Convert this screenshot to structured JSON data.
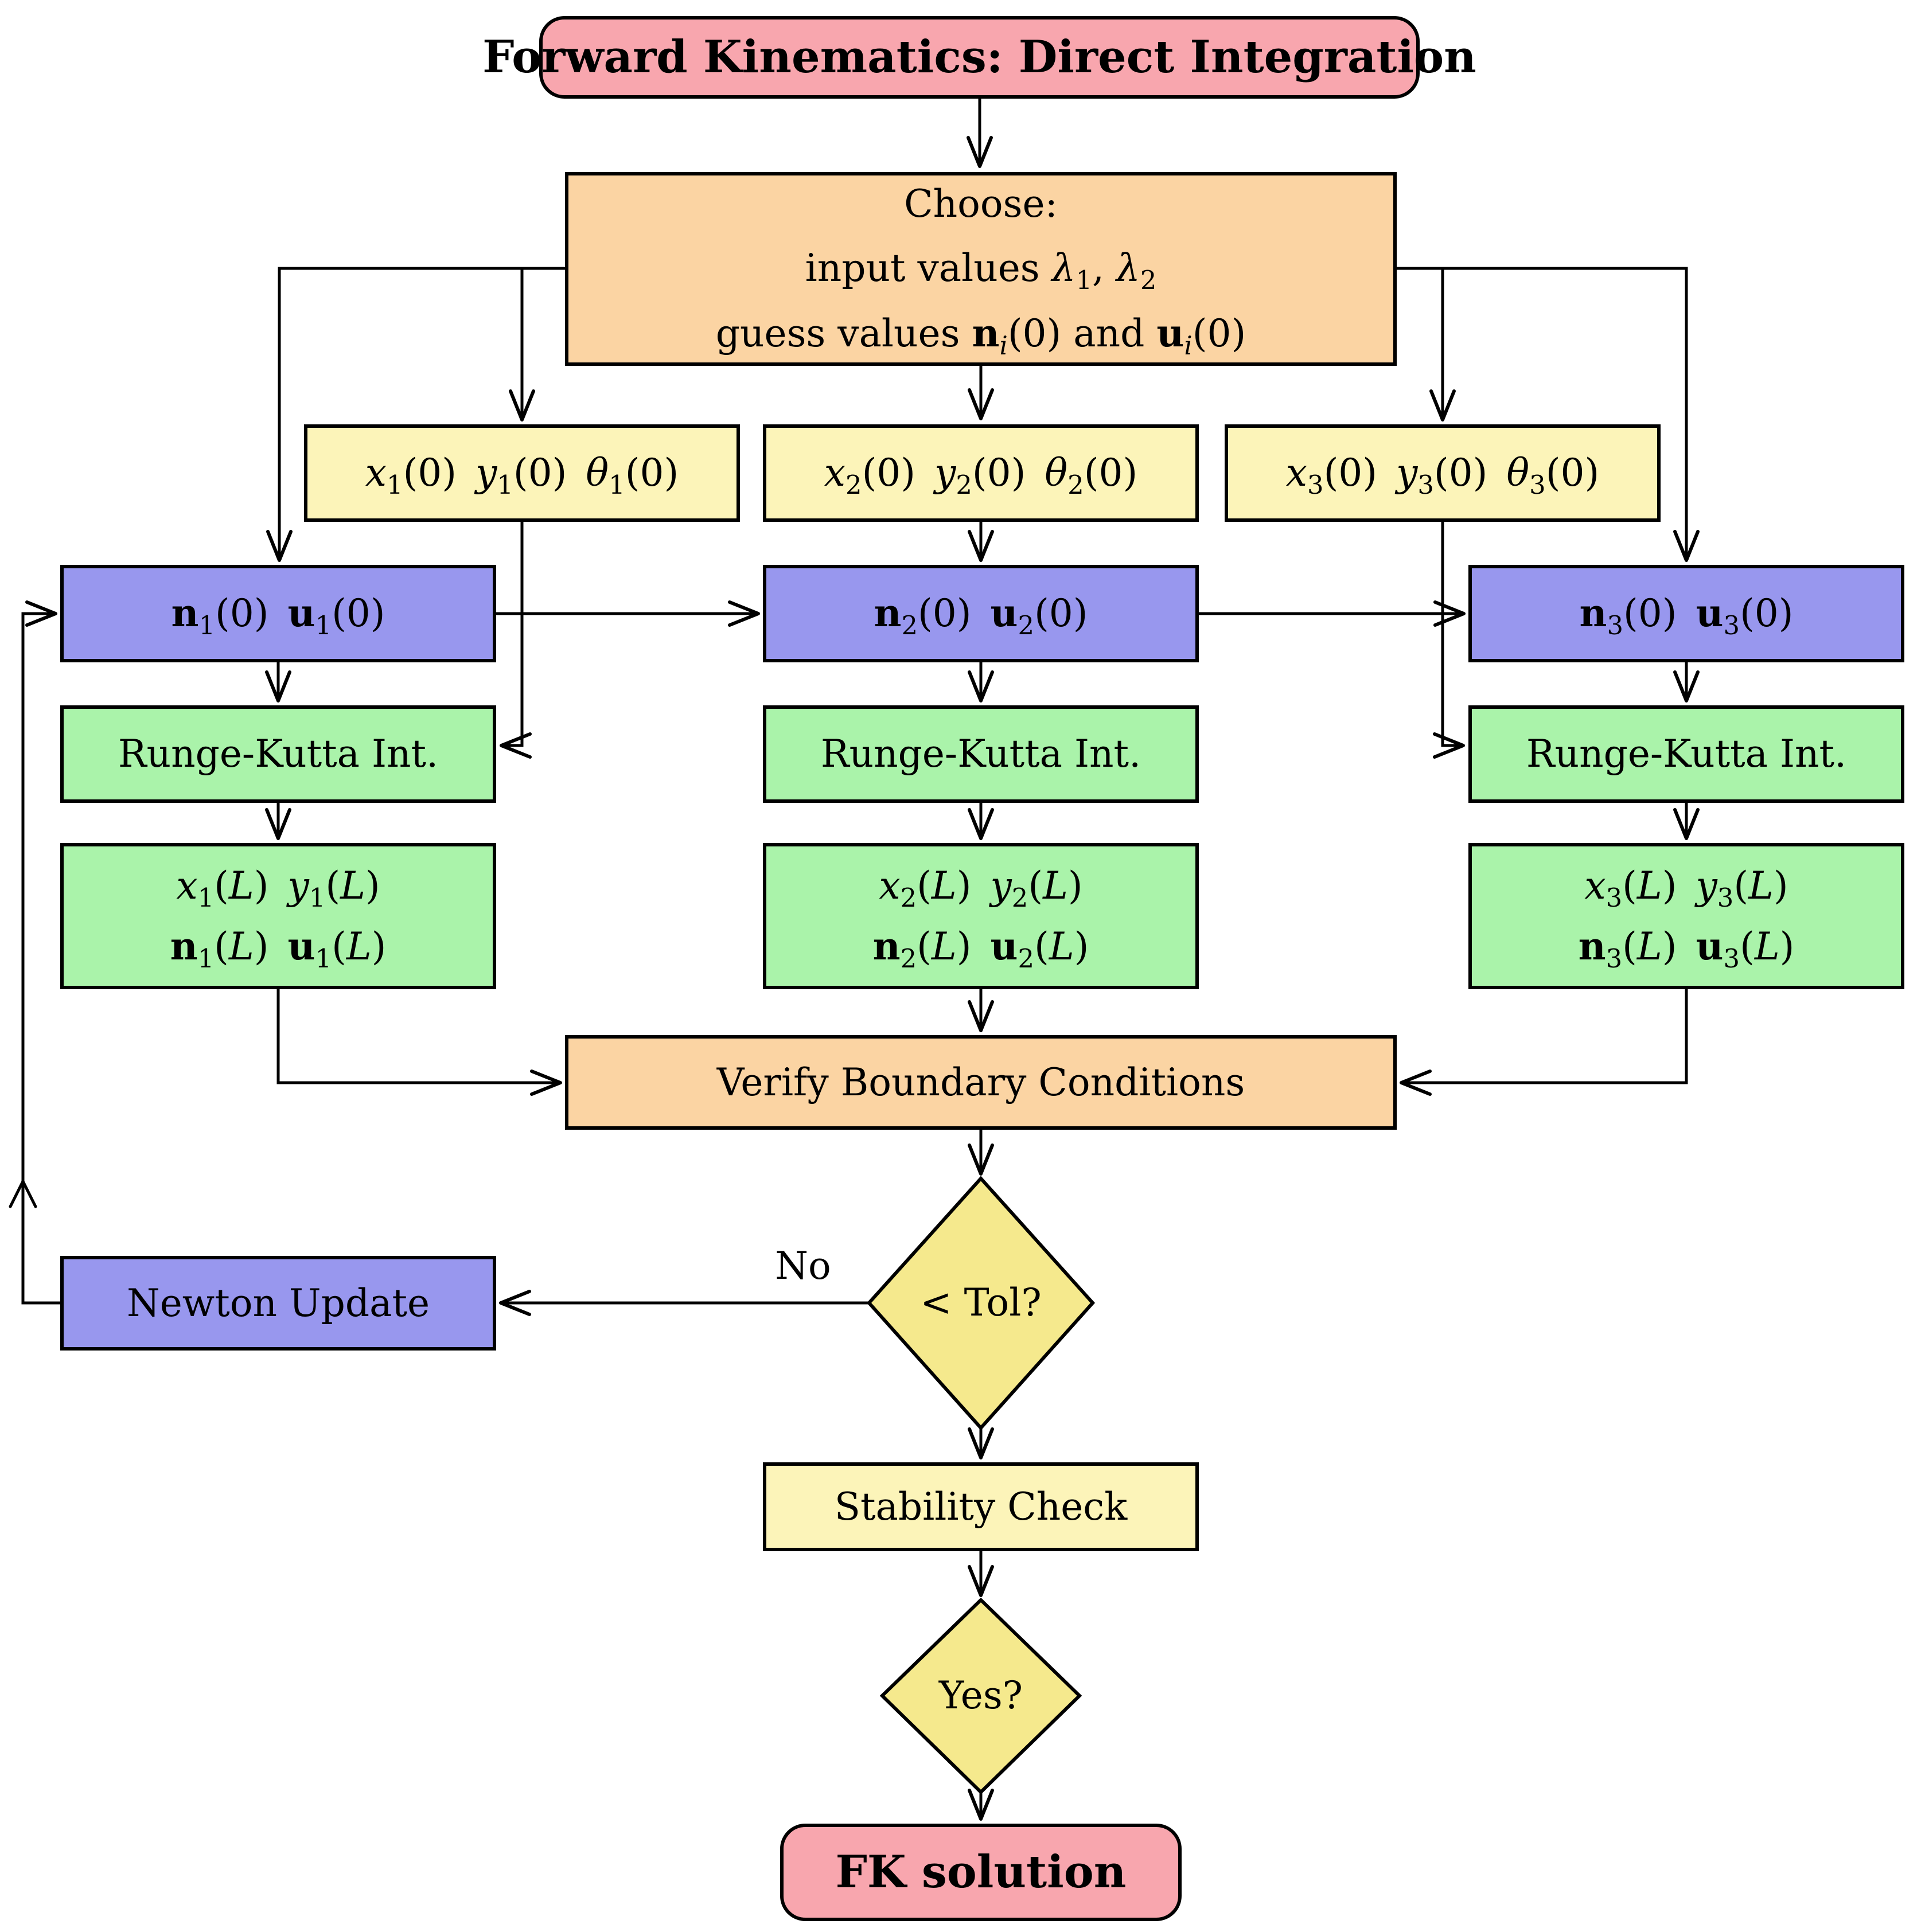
{
  "colors": {
    "pink": "#F8A6AE",
    "orange": "#FBD4A3",
    "pale_yellow": "#FCF4B9",
    "purple": "#9897EE",
    "green": "#AAF3AA",
    "diamond_yellow": "#F5E98D",
    "border": "#000000",
    "background": "#FFFFFF"
  },
  "nodes": {
    "title": {
      "lines": [
        [
          {
            "t": "Forward Kinematics: Direct Integration",
            "b": true
          }
        ]
      ]
    },
    "choose": {
      "lines": [
        [
          {
            "t": "Choose:"
          }
        ],
        [
          {
            "t": "input values "
          },
          {
            "t": "λ",
            "i": true
          },
          {
            "t": "1",
            "sub": true
          },
          {
            "t": ", "
          },
          {
            "t": "λ",
            "i": true
          },
          {
            "t": "2",
            "sub": true
          }
        ],
        [
          {
            "t": "guess values "
          },
          {
            "t": "n",
            "b": true
          },
          {
            "t": "i",
            "i": true,
            "sub": true
          },
          {
            "t": "(0) and "
          },
          {
            "t": "u",
            "b": true
          },
          {
            "t": "i",
            "i": true,
            "sub": true
          },
          {
            "t": "(0)"
          }
        ]
      ]
    },
    "columns": [
      {
        "init": {
          "lines": [
            [
              {
                "t": "x",
                "i": true
              },
              {
                "t": "1",
                "sub": true
              },
              {
                "t": "(0)"
              },
              {
                "t": " "
              },
              {
                "t": "y",
                "i": true
              },
              {
                "t": "1",
                "sub": true
              },
              {
                "t": "(0)"
              },
              {
                "t": " "
              },
              {
                "t": "θ",
                "i": true
              },
              {
                "t": "1",
                "sub": true
              },
              {
                "t": "(0)"
              }
            ]
          ]
        },
        "guess": {
          "lines": [
            [
              {
                "t": "n",
                "b": true
              },
              {
                "t": "1",
                "sub": true
              },
              {
                "t": "(0)"
              },
              {
                "t": " "
              },
              {
                "t": "u",
                "b": true
              },
              {
                "t": "1",
                "sub": true
              },
              {
                "t": "(0)"
              }
            ]
          ]
        },
        "integrate": {
          "lines": [
            [
              {
                "t": "Runge-Kutta Int."
              }
            ]
          ]
        },
        "result": {
          "lines": [
            [
              {
                "t": "x",
                "i": true
              },
              {
                "t": "1",
                "sub": true
              },
              {
                "t": "("
              },
              {
                "t": "L",
                "i": true
              },
              {
                "t": ")"
              },
              {
                "t": " "
              },
              {
                "t": "y",
                "i": true
              },
              {
                "t": "1",
                "sub": true
              },
              {
                "t": "("
              },
              {
                "t": "L",
                "i": true
              },
              {
                "t": ")"
              }
            ],
            [
              {
                "t": "n",
                "b": true
              },
              {
                "t": "1",
                "sub": true
              },
              {
                "t": "("
              },
              {
                "t": "L",
                "i": true
              },
              {
                "t": ")"
              },
              {
                "t": " "
              },
              {
                "t": "u",
                "b": true
              },
              {
                "t": "1",
                "sub": true
              },
              {
                "t": "("
              },
              {
                "t": "L",
                "i": true
              },
              {
                "t": ")"
              }
            ]
          ]
        }
      },
      {
        "init": {
          "lines": [
            [
              {
                "t": "x",
                "i": true
              },
              {
                "t": "2",
                "sub": true
              },
              {
                "t": "(0)"
              },
              {
                "t": " "
              },
              {
                "t": "y",
                "i": true
              },
              {
                "t": "2",
                "sub": true
              },
              {
                "t": "(0)"
              },
              {
                "t": " "
              },
              {
                "t": "θ",
                "i": true
              },
              {
                "t": "2",
                "sub": true
              },
              {
                "t": "(0)"
              }
            ]
          ]
        },
        "guess": {
          "lines": [
            [
              {
                "t": "n",
                "b": true
              },
              {
                "t": "2",
                "sub": true
              },
              {
                "t": "(0)"
              },
              {
                "t": " "
              },
              {
                "t": "u",
                "b": true
              },
              {
                "t": "2",
                "sub": true
              },
              {
                "t": "(0)"
              }
            ]
          ]
        },
        "integrate": {
          "lines": [
            [
              {
                "t": "Runge-Kutta Int."
              }
            ]
          ]
        },
        "result": {
          "lines": [
            [
              {
                "t": "x",
                "i": true
              },
              {
                "t": "2",
                "sub": true
              },
              {
                "t": "("
              },
              {
                "t": "L",
                "i": true
              },
              {
                "t": ")"
              },
              {
                "t": " "
              },
              {
                "t": "y",
                "i": true
              },
              {
                "t": "2",
                "sub": true
              },
              {
                "t": "("
              },
              {
                "t": "L",
                "i": true
              },
              {
                "t": ")"
              }
            ],
            [
              {
                "t": "n",
                "b": true
              },
              {
                "t": "2",
                "sub": true
              },
              {
                "t": "("
              },
              {
                "t": "L",
                "i": true
              },
              {
                "t": ")"
              },
              {
                "t": " "
              },
              {
                "t": "u",
                "b": true
              },
              {
                "t": "2",
                "sub": true
              },
              {
                "t": "("
              },
              {
                "t": "L",
                "i": true
              },
              {
                "t": ")"
              }
            ]
          ]
        }
      },
      {
        "init": {
          "lines": [
            [
              {
                "t": "x",
                "i": true
              },
              {
                "t": "3",
                "sub": true
              },
              {
                "t": "(0)"
              },
              {
                "t": " "
              },
              {
                "t": "y",
                "i": true
              },
              {
                "t": "3",
                "sub": true
              },
              {
                "t": "(0)"
              },
              {
                "t": " "
              },
              {
                "t": "θ",
                "i": true
              },
              {
                "t": "3",
                "sub": true
              },
              {
                "t": "(0)"
              }
            ]
          ]
        },
        "guess": {
          "lines": [
            [
              {
                "t": "n",
                "b": true
              },
              {
                "t": "3",
                "sub": true
              },
              {
                "t": "(0)"
              },
              {
                "t": " "
              },
              {
                "t": "u",
                "b": true
              },
              {
                "t": "3",
                "sub": true
              },
              {
                "t": "(0)"
              }
            ]
          ]
        },
        "integrate": {
          "lines": [
            [
              {
                "t": "Runge-Kutta Int."
              }
            ]
          ]
        },
        "result": {
          "lines": [
            [
              {
                "t": "x",
                "i": true
              },
              {
                "t": "3",
                "sub": true
              },
              {
                "t": "("
              },
              {
                "t": "L",
                "i": true
              },
              {
                "t": ")"
              },
              {
                "t": " "
              },
              {
                "t": "y",
                "i": true
              },
              {
                "t": "3",
                "sub": true
              },
              {
                "t": "("
              },
              {
                "t": "L",
                "i": true
              },
              {
                "t": ")"
              }
            ],
            [
              {
                "t": "n",
                "b": true
              },
              {
                "t": "3",
                "sub": true
              },
              {
                "t": "("
              },
              {
                "t": "L",
                "i": true
              },
              {
                "t": ")"
              },
              {
                "t": " "
              },
              {
                "t": "u",
                "b": true
              },
              {
                "t": "3",
                "sub": true
              },
              {
                "t": "("
              },
              {
                "t": "L",
                "i": true
              },
              {
                "t": ")"
              }
            ]
          ]
        }
      }
    ],
    "verify": {
      "lines": [
        [
          {
            "t": "Verify Boundary Conditions"
          }
        ]
      ]
    },
    "tolerance": {
      "lines": [
        [
          {
            "t": "< Tol?"
          }
        ]
      ]
    },
    "no_label": {
      "lines": [
        [
          {
            "t": "No"
          }
        ]
      ]
    },
    "newton": {
      "lines": [
        [
          {
            "t": "Newton Update"
          }
        ]
      ]
    },
    "stability": {
      "lines": [
        [
          {
            "t": "Stability Check"
          }
        ]
      ]
    },
    "yes": {
      "lines": [
        [
          {
            "t": "Yes?"
          }
        ]
      ]
    },
    "fk": {
      "lines": [
        [
          {
            "t": "FK solution",
            "b": true
          }
        ]
      ]
    }
  }
}
